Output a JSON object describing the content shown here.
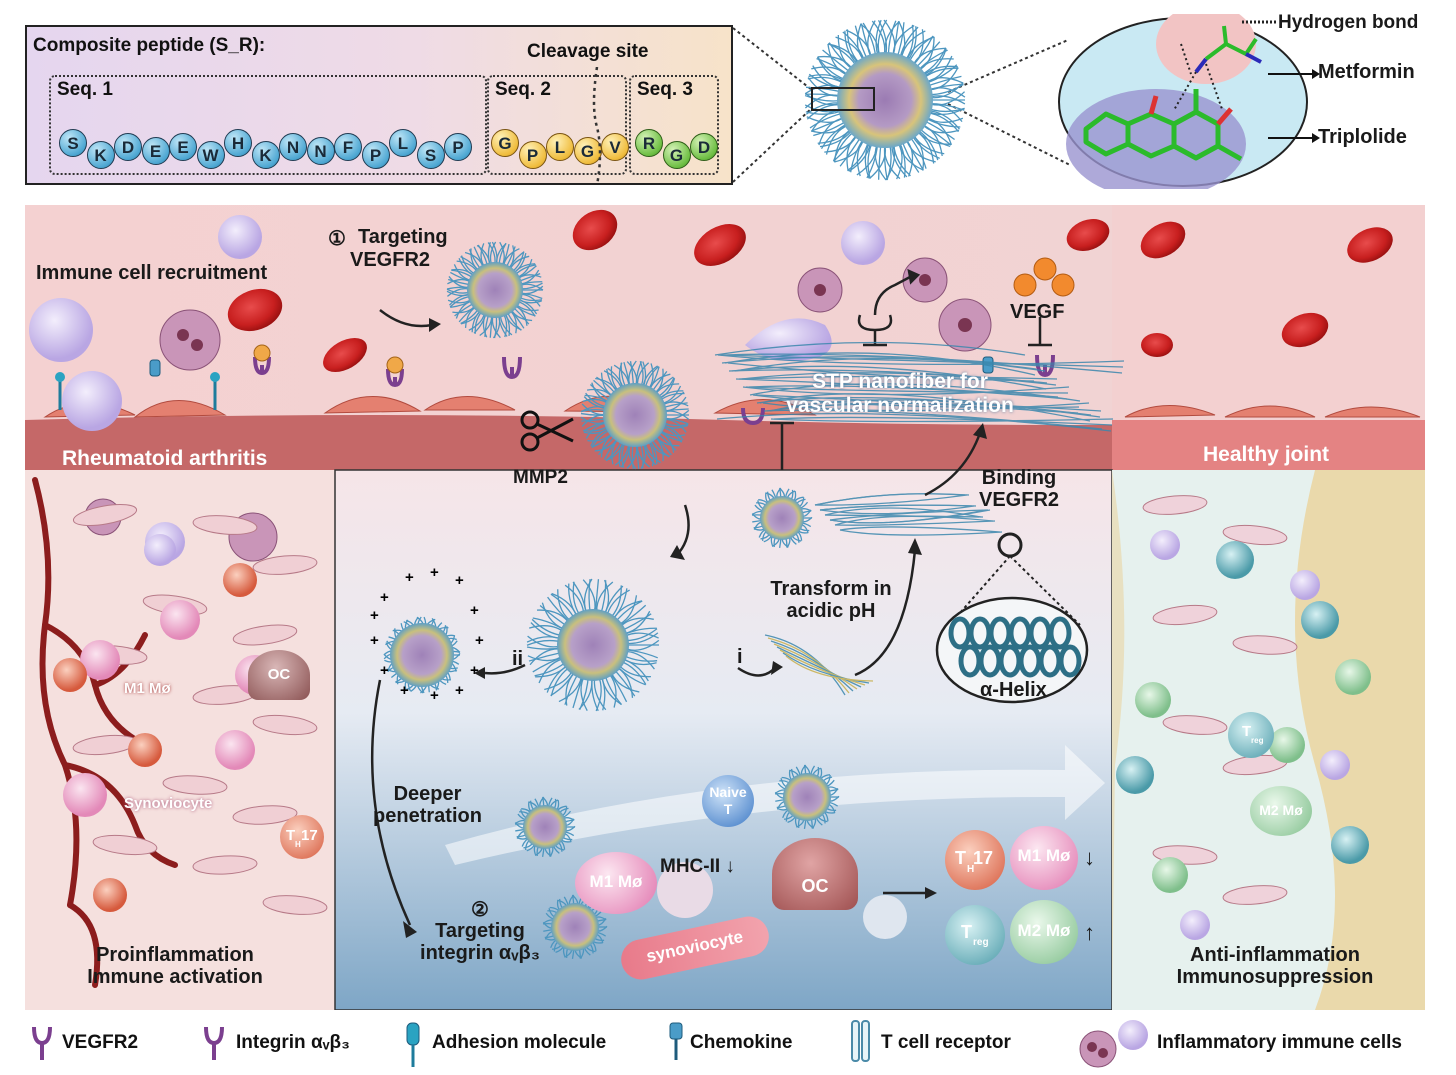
{
  "peptide": {
    "title": "Composite peptide (S_R):",
    "cleavage_label": "Cleavage site",
    "seq1": {
      "label": "Seq. 1",
      "residues": [
        "S",
        "K",
        "D",
        "E",
        "E",
        "W",
        "H",
        "K",
        "N",
        "N",
        "F",
        "P",
        "L",
        "S",
        "P"
      ]
    },
    "seq2": {
      "label": "Seq. 2",
      "residues": [
        "G",
        "P",
        "L",
        "G",
        "V"
      ]
    },
    "seq3": {
      "label": "Seq. 3",
      "residues": [
        "R",
        "G",
        "D"
      ]
    }
  },
  "molecule": {
    "hydrogen_bond": "Hydrogen bond",
    "metformin": "Metformin",
    "triplolide": "Triplolide"
  },
  "main": {
    "immune_recruitment": "Immune cell recruitment",
    "step1_num": "①",
    "step1_a": "Targeting",
    "step1_b": "VEGFR2",
    "stp_a": "STP nanofiber for",
    "stp_b": "vascular normalization",
    "vegf": "VEGF",
    "ra": "Rheumatoid  arthritis",
    "mmp2": "MMP2",
    "healthy": "Healthy  joint",
    "binding_a": "Binding",
    "binding_b": "VEGFR2",
    "transform_a": "Transform  in",
    "transform_b": "acidic pH",
    "ii": "ii",
    "i": "i",
    "alpha_helix": "α-Helix",
    "deeper_a": "Deeper",
    "deeper_b": "penetration",
    "step2_num": "②",
    "step2_a": "Targeting",
    "step2_b": "integrin αᵥβ₃",
    "mhc": "MHC-II ↓",
    "naive": "Naive",
    "naive_t": "T",
    "m1_center": "M1 Mø",
    "oc_center": "OC",
    "synoviocyte_center": "synoviocyte",
    "th17": "T",
    "th17_sub": "H",
    "th17_num": "17",
    "m1_out": "M1 Mø",
    "down": "↓",
    "treg": "T",
    "treg_sub": "reg",
    "m2_out": "M2 Mø",
    "up": "↑"
  },
  "left_panel": {
    "m1": "M1 Mø",
    "oc": "OC",
    "synoviocyte": "Synoviocyte",
    "th17": "T",
    "th17_sub": "H",
    "th17_num": "17",
    "title_a": "Proinflammation",
    "title_b": "Immune activation"
  },
  "right_panel": {
    "treg": "T",
    "treg_sub": "reg",
    "m2": "M2 Mø",
    "title_a": "Anti-inflammation",
    "title_b": "Immunosuppression"
  },
  "legend": {
    "vegfr2": "VEGFR2",
    "integrin": "Integrin αᵥβ₃",
    "adhesion": "Adhesion molecule",
    "chemokine": "Chemokine",
    "tcr": "T cell receptor",
    "immune": "Inflammatory immune cells"
  },
  "colors": {
    "seq1": "#4fa8d3",
    "seq2": "#f0bd3e",
    "seq3": "#6ebf44",
    "tissue_band": "#c96a6a",
    "ra_background": "#f3d6d6",
    "center_background": "#dce8f2",
    "vessel": "#8c1d1d",
    "receptor": "#7b3f8f"
  }
}
